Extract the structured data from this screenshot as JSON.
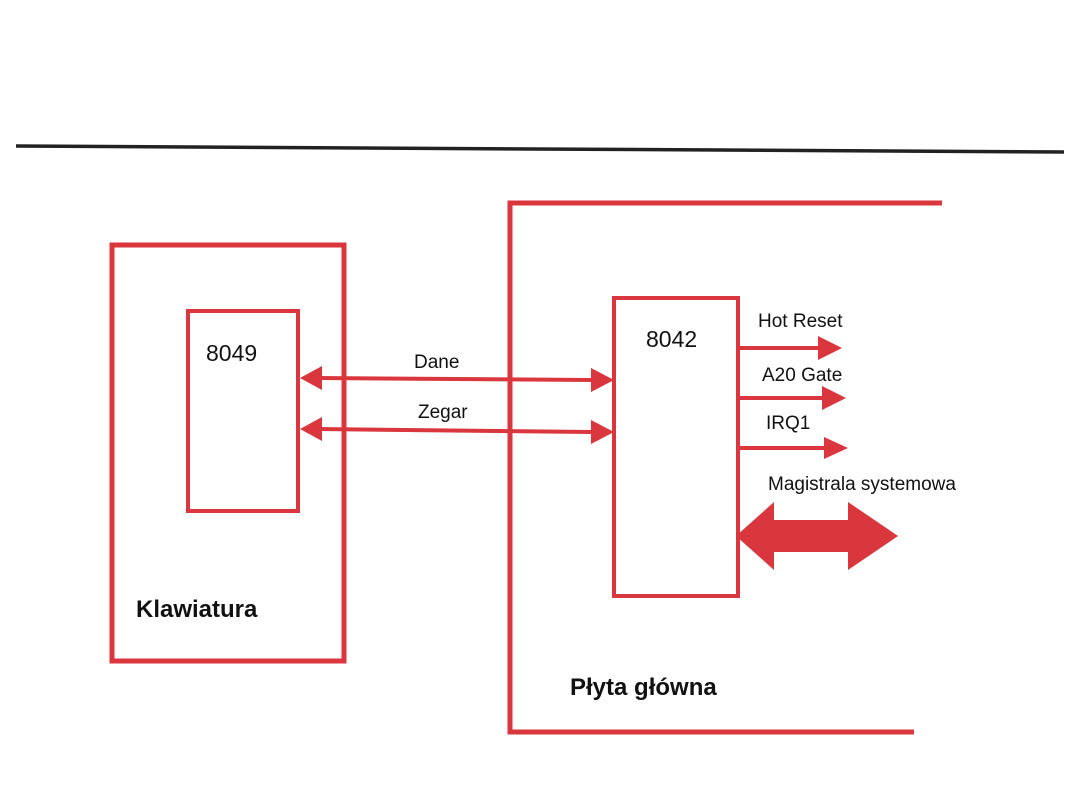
{
  "colors": {
    "line": "#d9363e",
    "rule": "#222222",
    "text": "#111111"
  },
  "keyboard": {
    "label": "Klawiatura",
    "chip": "8049"
  },
  "motherboard": {
    "label": "Płyta główna",
    "chip": "8042"
  },
  "links": {
    "data": "Dane",
    "clock": "Zegar"
  },
  "outputs": {
    "hot_reset": "Hot Reset",
    "a20_gate": "A20 Gate",
    "irq1": "IRQ1",
    "system_bus": "Magistrala systemowa"
  }
}
